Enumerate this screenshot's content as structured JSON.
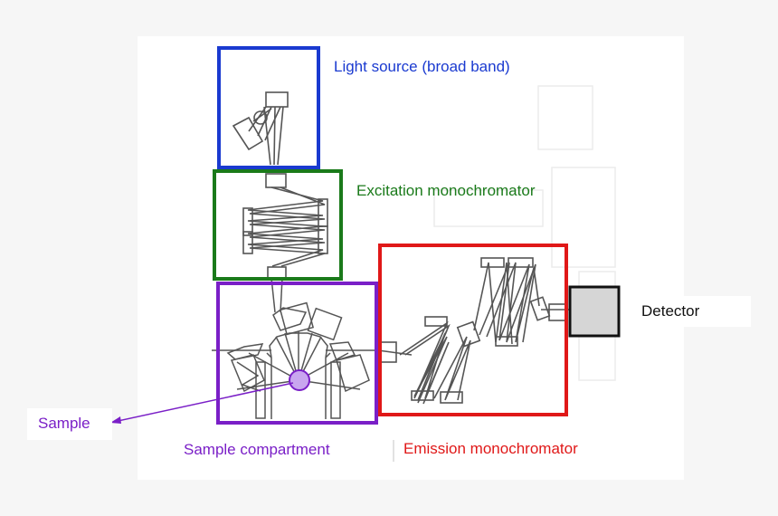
{
  "labels": {
    "light_source": "Light source (broad band)",
    "excitation": "Excitation monochromator",
    "emission": "Emission monochromator",
    "sample_compartment": "Sample compartment",
    "detector": "Detector",
    "sample": "Sample"
  },
  "colors": {
    "light_source": "#1a3ad0",
    "excitation": "#1a7a1a",
    "sample_compartment": "#7a1fc7",
    "emission": "#e01818",
    "detector": "#111111",
    "line_art": "#555555"
  }
}
